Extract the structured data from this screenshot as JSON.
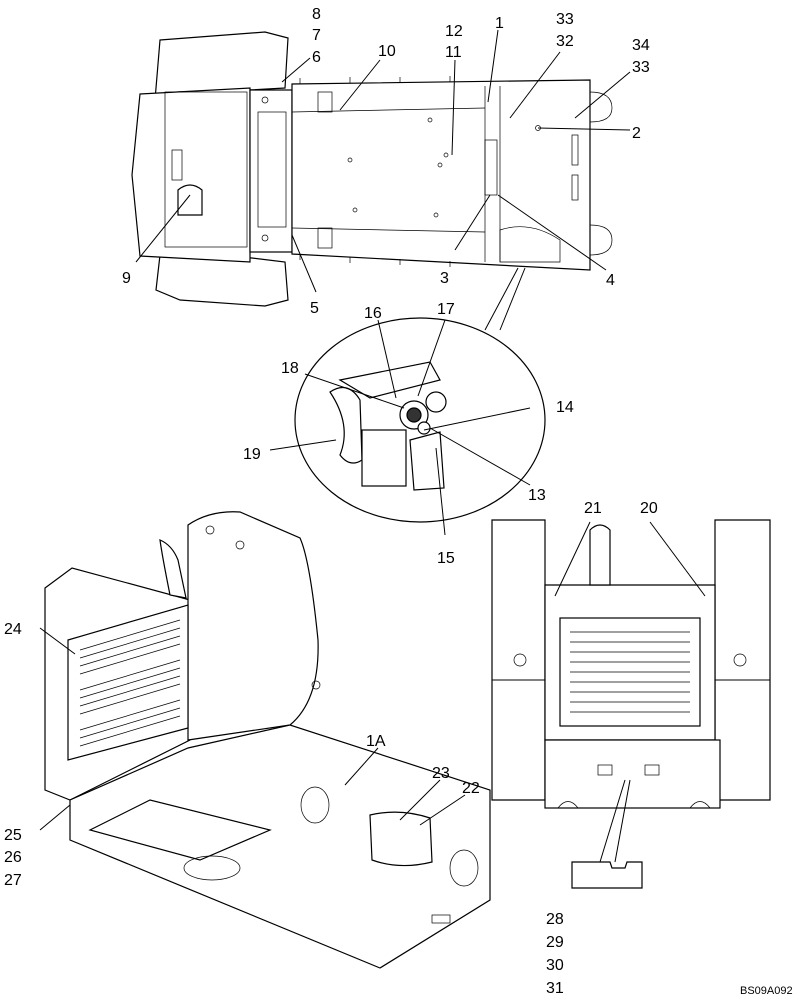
{
  "callouts": {
    "c1": "1",
    "c1A": "1A",
    "c2": "2",
    "c3": "3",
    "c4": "4",
    "c5": "5",
    "c6": "6",
    "c7": "7",
    "c8": "8",
    "c9": "9",
    "c10": "10",
    "c11": "11",
    "c12": "12",
    "c13": "13",
    "c14": "14",
    "c15": "15",
    "c16": "16",
    "c17": "17",
    "c18": "18",
    "c19": "19",
    "c20": "20",
    "c21": "21",
    "c22": "22",
    "c23": "23",
    "c24": "24",
    "c25": "25",
    "c26": "26",
    "c27": "27",
    "c28": "28",
    "c29": "29",
    "c30": "30",
    "c31": "31",
    "c32": "32",
    "c33a": "33",
    "c33b": "33",
    "c34": "34"
  },
  "figure_code": "BS09A092"
}
